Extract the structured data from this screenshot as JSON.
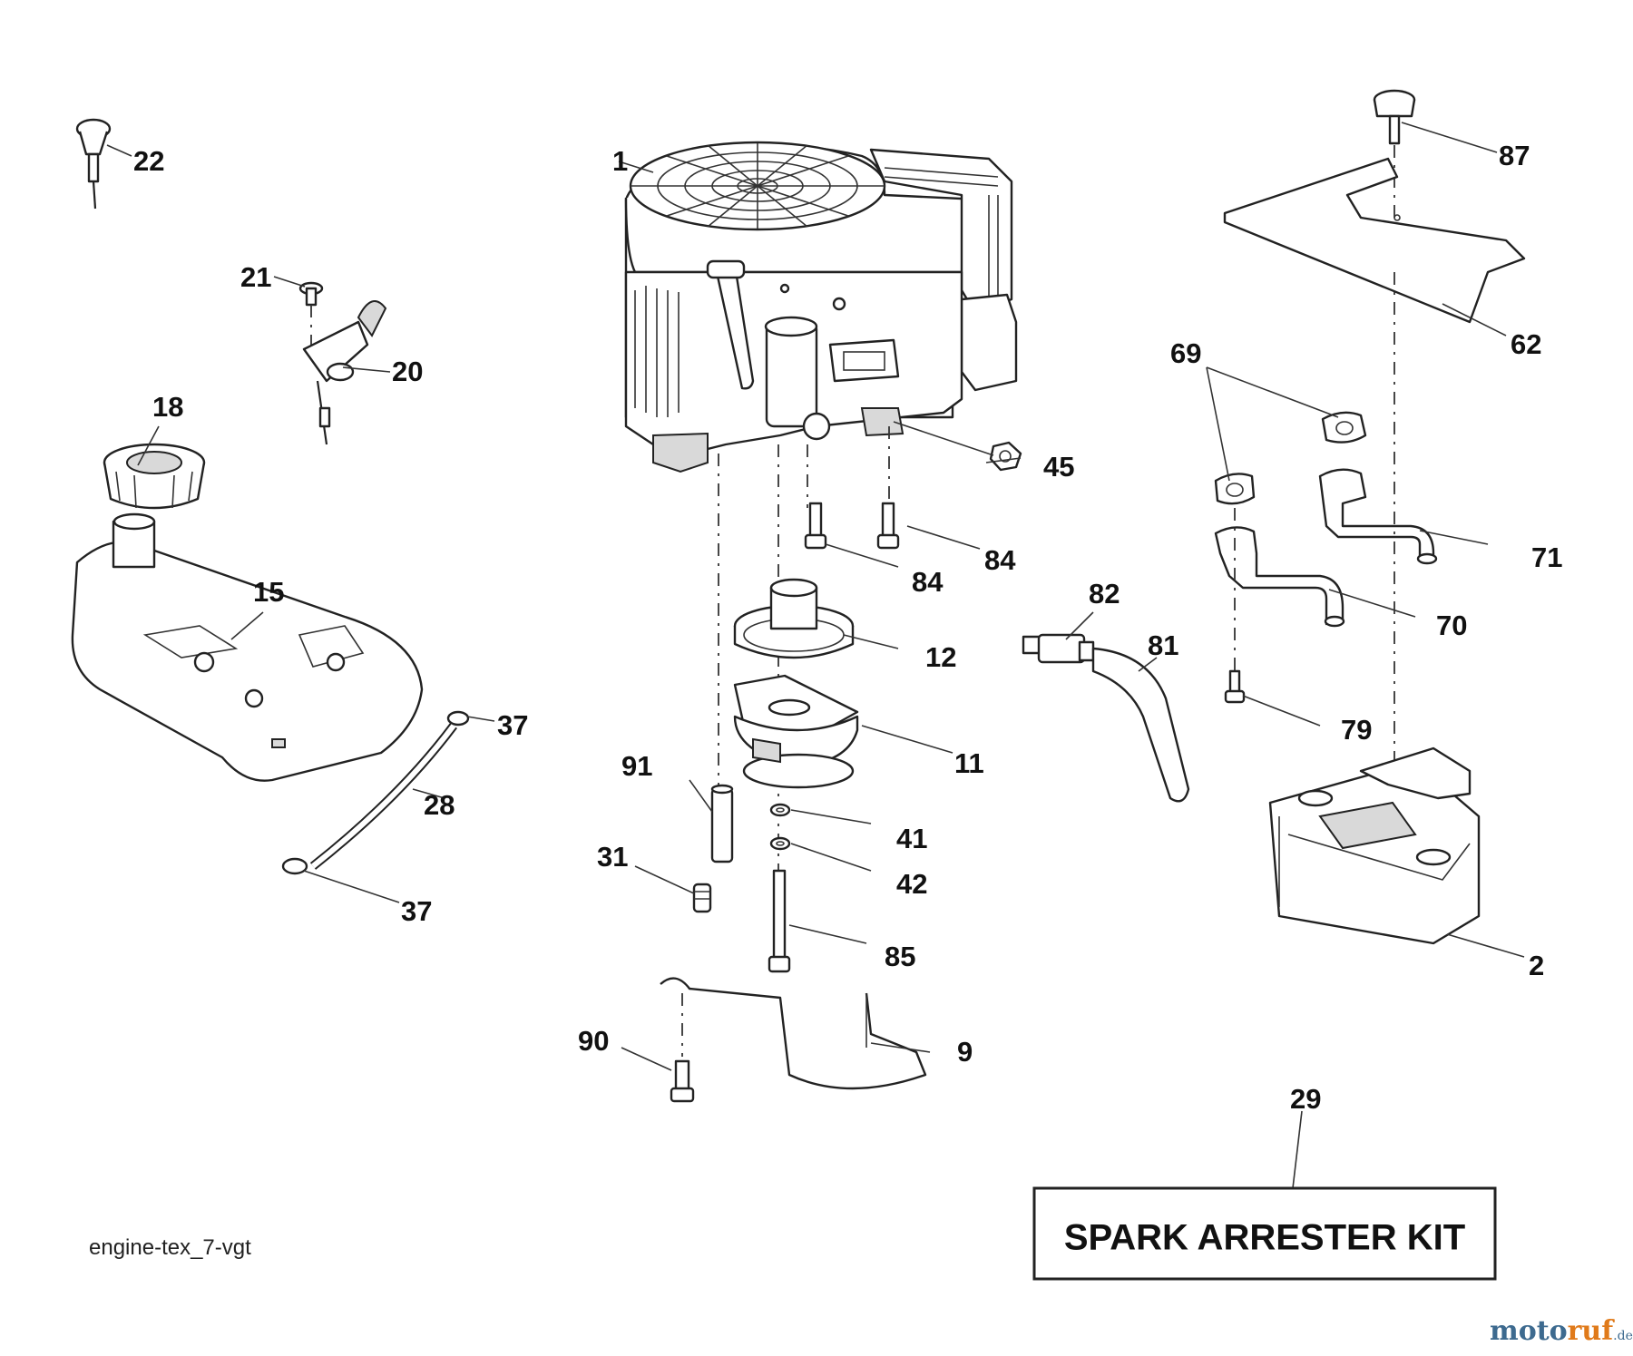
{
  "diagram": {
    "code": "engine-tex_7-vgt",
    "kit_label": "SPARK ARRESTER KIT",
    "watermark": {
      "brand_a": "moto",
      "brand_b": "ruf",
      "suffix": ".de"
    }
  },
  "callouts": {
    "c1": "1",
    "c2": "2",
    "c9": "9",
    "c11": "11",
    "c12": "12",
    "c15": "15",
    "c18": "18",
    "c20": "20",
    "c21": "21",
    "c22": "22",
    "c28": "28",
    "c29": "29",
    "c31": "31",
    "c37a": "37",
    "c37b": "37",
    "c41": "41",
    "c42": "42",
    "c45": "45",
    "c62": "62",
    "c69": "69",
    "c70": "70",
    "c71": "71",
    "c79": "79",
    "c81": "81",
    "c82": "82",
    "c84a": "84",
    "c84b": "84",
    "c85": "85",
    "c87": "87",
    "c90": "90",
    "c91": "91"
  }
}
